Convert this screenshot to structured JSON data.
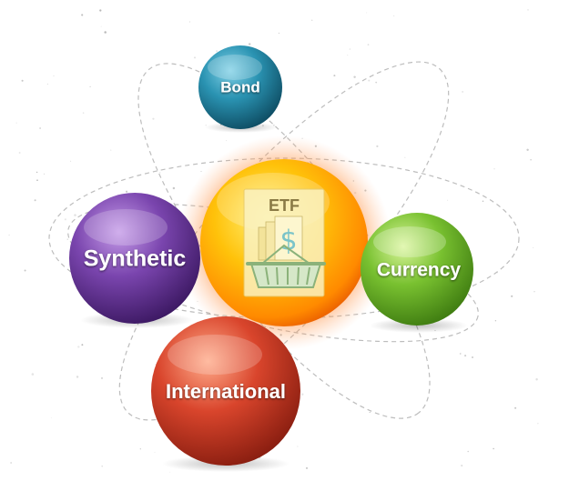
{
  "center": {
    "label": "ETF",
    "symbol": "$",
    "icon": "basket-icon"
  },
  "nodes": {
    "bond": {
      "label": "Bond",
      "color": "#1f7f9a"
    },
    "synthetic": {
      "label": "Synthetic",
      "color": "#6a3a9a"
    },
    "currency": {
      "label": "Currency",
      "color": "#6bb52a"
    },
    "international": {
      "label": "International",
      "color": "#d1412a"
    }
  },
  "colors": {
    "center_core": "#ffb400",
    "center_glow": "#ff6a00",
    "orbit": "#bdbdbd"
  }
}
